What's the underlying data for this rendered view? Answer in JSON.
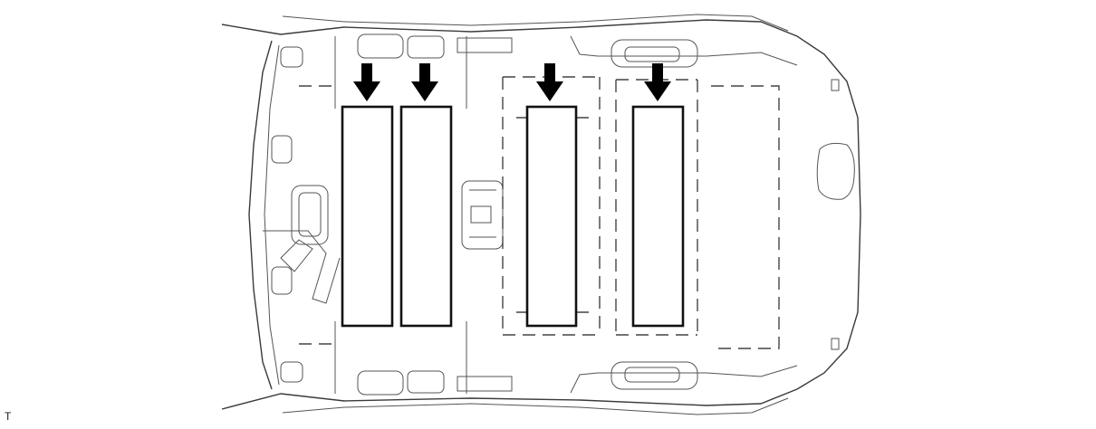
{
  "figure": {
    "corner_tag": "T",
    "spacer_count": 4,
    "arrow_count": 4,
    "colors": {
      "outline": "#3a3a3a",
      "spacer": "#111111",
      "arrow": "#000000",
      "background": "#ffffff"
    }
  }
}
